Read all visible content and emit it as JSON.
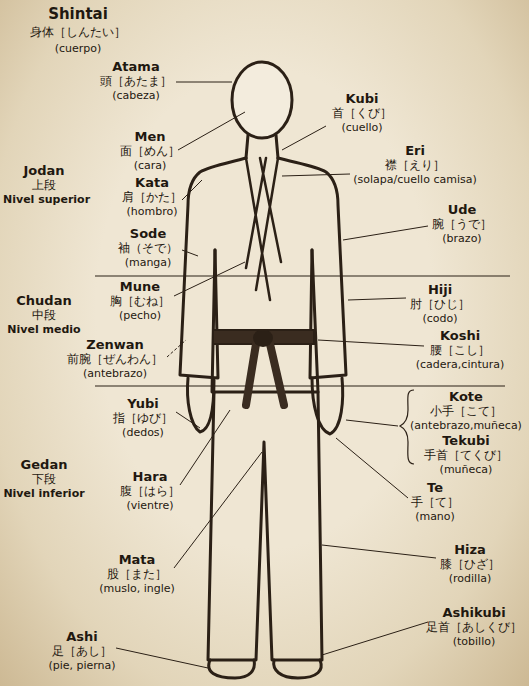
{
  "diagram": {
    "title": "Shintai",
    "labels": [
      "身体［しんたい］",
      "(cuerpo)",
      "Atama",
      "頭［あたま］",
      "(cabeza)",
      "Kubi",
      "首［くび］",
      "(cuello)",
      "Men",
      "面［めん］",
      "(cara)",
      "Eri",
      "襟［えり］",
      "(solapa/cuello camisa)",
      "Jodan",
      "上段",
      "Nivel superior",
      "Kata",
      "肩［かた］",
      "(hombro)",
      "Ude",
      "腕［うで］",
      "(brazo)",
      "Sode",
      "袖（そで）",
      "(manga)",
      "Mune",
      "胸［むね］",
      "(pecho)",
      "Hiji",
      "肘［ひじ］",
      "(codo)",
      "Chudan",
      "中段",
      "Nivel medio",
      "Koshi",
      "腰［こし］",
      "(cadera,cintura)",
      "Zenwan",
      "前腕［ぜんわん］",
      "(antebrazo)",
      "Kote",
      "小手［こて］",
      "(antebrazo,muñeca)",
      "Yubi",
      "指［ゆび］",
      "(dedos)",
      "Tekubi",
      "手首［てくび］",
      "(muñeca)",
      "Gedan",
      "下段",
      "Nivel inferior",
      "Hara",
      "腹［はら］",
      "(vientre)",
      "Te",
      "手［て］",
      "(mano)",
      "Hiza",
      "膝［ひざ］",
      "(rodilla)",
      "Mata",
      "股［また］",
      "(muslo, ingle)",
      "Ashikubi",
      "足首［あしくび］",
      "(tobillo)",
      "Ashi",
      "足［あし］",
      "(pie, pierna)"
    ]
  }
}
